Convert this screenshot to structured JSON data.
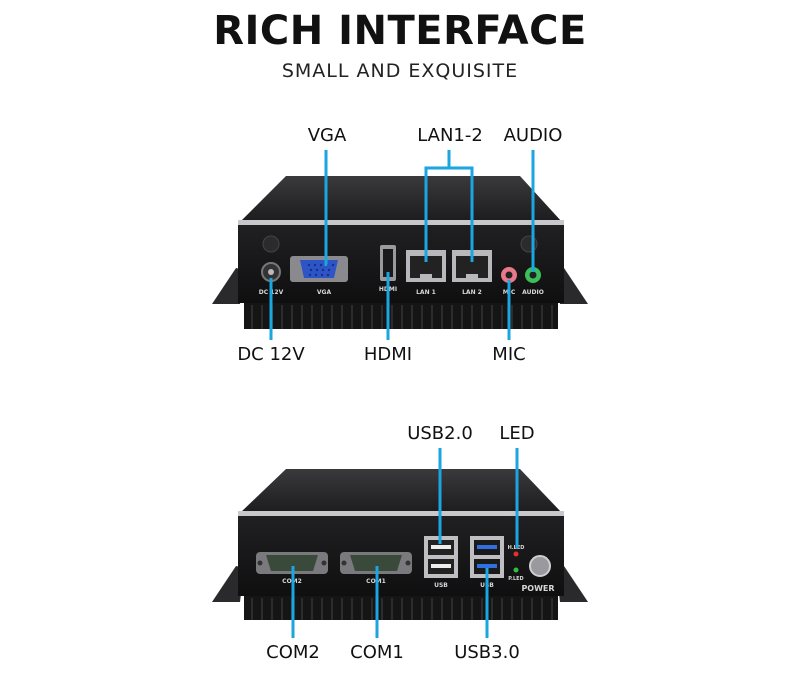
{
  "header": {
    "title": "RICH INTERFACE",
    "subtitle": "SMALL AND EXQUISITE"
  },
  "panel_front": {
    "callouts": {
      "vga": "VGA",
      "lan": "LAN1-2",
      "audio": "AUDIO",
      "dc": "DC 12V",
      "hdmi": "HDMI",
      "mic": "MIC"
    },
    "port_labels": {
      "dc": "DC 12V",
      "vga": "VGA",
      "hdmi": "HDMI",
      "lan1": "LAN 1",
      "lan2": "LAN 2",
      "mic": "MIC",
      "audio": "AUDIO"
    }
  },
  "panel_rear": {
    "callouts": {
      "usb2": "USB2.0",
      "led": "LED",
      "com2": "COM2",
      "com1": "COM1",
      "usb3": "USB3.0"
    },
    "port_labels": {
      "com2": "COM2",
      "com1": "COM1",
      "usb_a": "USB",
      "usb_b": "USB",
      "hled": "H.LED",
      "pled": "P.LED",
      "power": "POWER"
    }
  },
  "colors": {
    "callout_line": "#1aa6e0",
    "chassis": "#1b1b1d",
    "vga_port": "#2d55c8",
    "usb3_port": "#2f6fe0",
    "mic_jack": "#e8788a",
    "audio_jack": "#3bbf5a"
  }
}
